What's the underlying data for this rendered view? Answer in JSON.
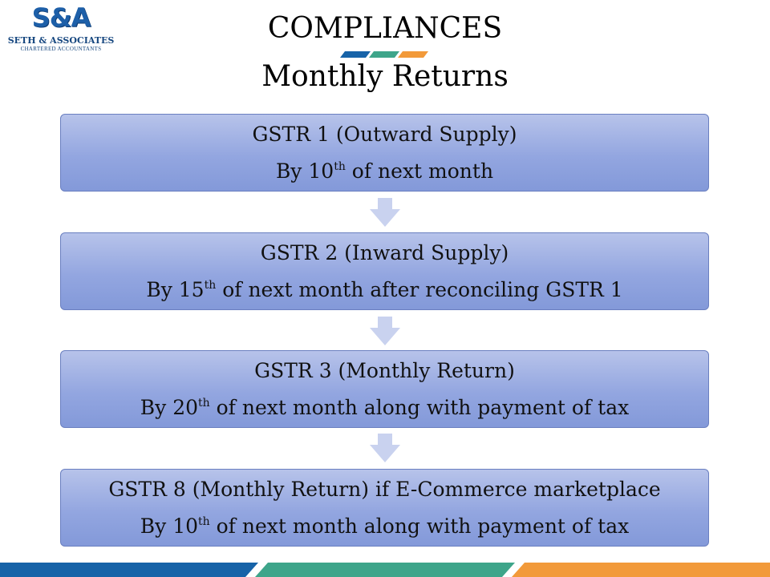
{
  "logo": {
    "mark": "S&A",
    "name": "SETH & ASSOCIATES",
    "subtitle": "CHARTERED ACCOUNTANTS"
  },
  "header": {
    "title": "COMPLIANCES",
    "subtitle": "Monthly Returns"
  },
  "steps": [
    {
      "title": "GSTR 1 (Outward Supply)",
      "deadline_prefix": "By 10",
      "deadline_sup": "th",
      "deadline_suffix": " of next month"
    },
    {
      "title": "GSTR 2 (Inward Supply)",
      "deadline_prefix": "By 15",
      "deadline_sup": "th",
      "deadline_suffix": " of next month after reconciling GSTR 1"
    },
    {
      "title": "GSTR 3 (Monthly Return)",
      "deadline_prefix": "By 20",
      "deadline_sup": "th",
      "deadline_suffix": " of next month along with payment of tax"
    },
    {
      "title": "GSTR 8 (Monthly Return) if E-Commerce marketplace",
      "deadline_prefix": "By 10",
      "deadline_sup": "th",
      "deadline_suffix": " of next month along with payment of tax"
    }
  ],
  "colors": {
    "brand_blue": "#1763a8",
    "brand_green": "#3ea58a",
    "brand_orange": "#f29a3a",
    "box_fill": "#93a6e0",
    "arrow_fill": "#c9d2ef"
  }
}
